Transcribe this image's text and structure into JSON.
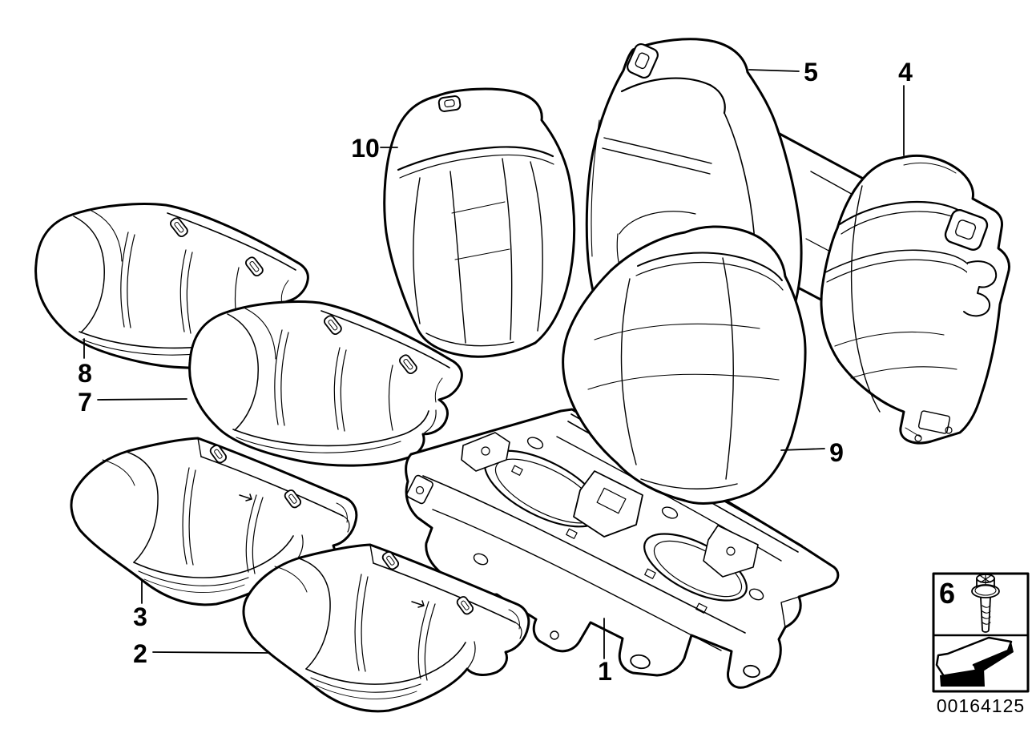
{
  "diagram": {
    "background_color": "#ffffff",
    "line_color": "#000000",
    "part_number": "00164125",
    "callouts": {
      "c1": {
        "label": "1"
      },
      "c2": {
        "label": "2"
      },
      "c3": {
        "label": "3"
      },
      "c4": {
        "label": "4"
      },
      "c5": {
        "label": "5"
      },
      "c6": {
        "label": "6"
      },
      "c7": {
        "label": "7"
      },
      "c8": {
        "label": "8"
      },
      "c9": {
        "label": "9"
      },
      "c10": {
        "label": "10"
      }
    },
    "legend": {
      "screw_icon": "torx-screw-icon",
      "direction_arrow_icon": "direction-arrow-icon"
    }
  }
}
